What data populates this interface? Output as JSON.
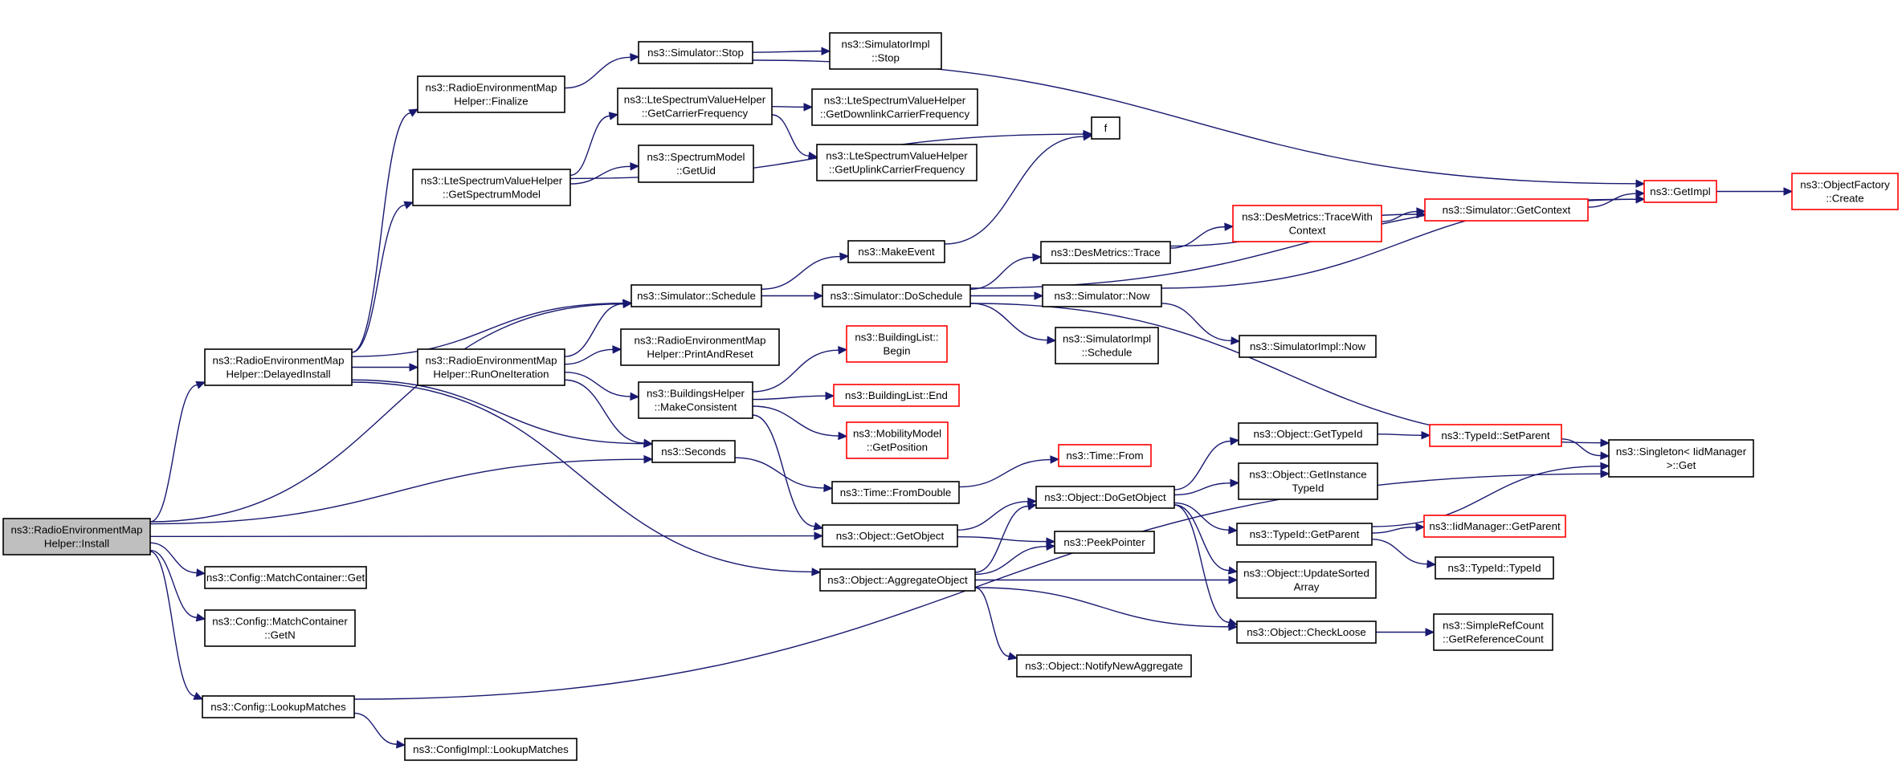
{
  "colors": {
    "edge": "#191970",
    "truncated_border": "#ff0000",
    "root_fill": "#bfbfbf",
    "border": "#000000"
  },
  "nodes": [
    {
      "id": "install",
      "lines": [
        "ns3::RadioEnvironmentMap",
        "Helper::Install"
      ],
      "style": "root"
    },
    {
      "id": "finalize",
      "lines": [
        "ns3::RadioEnvironmentMap",
        "Helper::Finalize"
      ],
      "style": "normal"
    },
    {
      "id": "sim_stop",
      "lines": [
        "ns3::Simulator::Stop"
      ],
      "style": "normal"
    },
    {
      "id": "simimpl_stop",
      "lines": [
        "ns3::SimulatorImpl",
        "::Stop"
      ],
      "style": "normal"
    },
    {
      "id": "lte_getcarrier",
      "lines": [
        "ns3::LteSpectrumValueHelper",
        "::GetCarrierFrequency"
      ],
      "style": "normal"
    },
    {
      "id": "lte_getdl",
      "lines": [
        "ns3::LteSpectrumValueHelper",
        "::GetDownlinkCarrierFrequency"
      ],
      "style": "normal"
    },
    {
      "id": "lte_getul",
      "lines": [
        "ns3::LteSpectrumValueHelper",
        "::GetUplinkCarrierFrequency"
      ],
      "style": "normal"
    },
    {
      "id": "f",
      "lines": [
        "f"
      ],
      "style": "normal"
    },
    {
      "id": "lte_getspectrum",
      "lines": [
        "ns3::LteSpectrumValueHelper",
        "::GetSpectrumModel"
      ],
      "style": "normal"
    },
    {
      "id": "specmodel_getuid",
      "lines": [
        "ns3::SpectrumModel",
        "::GetUid"
      ],
      "style": "normal"
    },
    {
      "id": "getimpl",
      "lines": [
        "ns3::GetImpl"
      ],
      "style": "trunc"
    },
    {
      "id": "objfactory_create",
      "lines": [
        "ns3::ObjectFactory",
        "::Create"
      ],
      "style": "trunc"
    },
    {
      "id": "sim_getcontext",
      "lines": [
        "ns3::Simulator::GetContext"
      ],
      "style": "trunc"
    },
    {
      "id": "desmetrics_trace",
      "lines": [
        "ns3::DesMetrics::Trace"
      ],
      "style": "normal"
    },
    {
      "id": "desmetrics_tracewith",
      "lines": [
        "ns3::DesMetrics::TraceWith",
        "Context"
      ],
      "style": "trunc"
    },
    {
      "id": "makeevent",
      "lines": [
        "ns3::MakeEvent"
      ],
      "style": "normal"
    },
    {
      "id": "sim_schedule",
      "lines": [
        "ns3::Simulator::Schedule"
      ],
      "style": "normal"
    },
    {
      "id": "sim_doschedule",
      "lines": [
        "ns3::Simulator::DoSchedule"
      ],
      "style": "normal"
    },
    {
      "id": "sim_now",
      "lines": [
        "ns3::Simulator::Now"
      ],
      "style": "normal"
    },
    {
      "id": "simimpl_now",
      "lines": [
        "ns3::SimulatorImpl::Now"
      ],
      "style": "normal"
    },
    {
      "id": "simimpl_schedule",
      "lines": [
        "ns3::SimulatorImpl",
        "::Schedule"
      ],
      "style": "normal"
    },
    {
      "id": "delayedinstall",
      "lines": [
        "ns3::RadioEnvironmentMap",
        "Helper::DelayedInstall"
      ],
      "style": "normal"
    },
    {
      "id": "runoneiteration",
      "lines": [
        "ns3::RadioEnvironmentMap",
        "Helper::RunOneIteration"
      ],
      "style": "normal"
    },
    {
      "id": "printandreset",
      "lines": [
        "ns3::RadioEnvironmentMap",
        "Helper::PrintAndReset"
      ],
      "style": "normal"
    },
    {
      "id": "buildinglist_begin",
      "lines": [
        "ns3::BuildingList::",
        "Begin"
      ],
      "style": "trunc"
    },
    {
      "id": "buildingshelper_make",
      "lines": [
        "ns3::BuildingsHelper",
        "::MakeConsistent"
      ],
      "style": "normal"
    },
    {
      "id": "buildinglist_end",
      "lines": [
        "ns3::BuildingList::End"
      ],
      "style": "trunc"
    },
    {
      "id": "mobility_getpos",
      "lines": [
        "ns3::MobilityModel",
        "::GetPosition"
      ],
      "style": "trunc"
    },
    {
      "id": "seconds",
      "lines": [
        "ns3::Seconds"
      ],
      "style": "normal"
    },
    {
      "id": "time_from",
      "lines": [
        "ns3::Time::From"
      ],
      "style": "trunc"
    },
    {
      "id": "time_fromdouble",
      "lines": [
        "ns3::Time::FromDouble"
      ],
      "style": "normal"
    },
    {
      "id": "obj_gettypeid",
      "lines": [
        "ns3::Object::GetTypeId"
      ],
      "style": "normal"
    },
    {
      "id": "typeid_setparent",
      "lines": [
        "ns3::TypeId::SetParent"
      ],
      "style": "trunc"
    },
    {
      "id": "singleton_get",
      "lines": [
        "ns3::Singleton< IidManager",
        ">::Get"
      ],
      "style": "normal"
    },
    {
      "id": "obj_getinstancetypeid",
      "lines": [
        "ns3::Object::GetInstance",
        "TypeId"
      ],
      "style": "normal"
    },
    {
      "id": "obj_dogetobject",
      "lines": [
        "ns3::Object::DoGetObject"
      ],
      "style": "normal"
    },
    {
      "id": "obj_getobject",
      "lines": [
        "ns3::Object::GetObject"
      ],
      "style": "normal"
    },
    {
      "id": "typeid_getparent",
      "lines": [
        "ns3::TypeId::GetParent"
      ],
      "style": "normal"
    },
    {
      "id": "iidmanager_getparent",
      "lines": [
        "ns3::IidManager::GetParent"
      ],
      "style": "trunc"
    },
    {
      "id": "peekpointer",
      "lines": [
        "ns3::PeekPointer"
      ],
      "style": "normal"
    },
    {
      "id": "typeid_typeid",
      "lines": [
        "ns3::TypeId::TypeId"
      ],
      "style": "normal"
    },
    {
      "id": "obj_aggregate",
      "lines": [
        "ns3::Object::AggregateObject"
      ],
      "style": "normal"
    },
    {
      "id": "obj_updatesorted",
      "lines": [
        "ns3::Object::UpdateSorted",
        "Array"
      ],
      "style": "normal"
    },
    {
      "id": "obj_checkloose",
      "lines": [
        "ns3::Object::CheckLoose"
      ],
      "style": "normal"
    },
    {
      "id": "simplerefcount",
      "lines": [
        "ns3::SimpleRefCount",
        "::GetReferenceCount"
      ],
      "style": "normal"
    },
    {
      "id": "obj_notifynewagg",
      "lines": [
        "ns3::Object::NotifyNewAggregate"
      ],
      "style": "normal"
    },
    {
      "id": "cfg_mc_get",
      "lines": [
        "ns3::Config::MatchContainer::Get"
      ],
      "style": "normal"
    },
    {
      "id": "cfg_mc_getn",
      "lines": [
        "ns3::Config::MatchContainer",
        "::GetN"
      ],
      "style": "normal"
    },
    {
      "id": "cfg_lookupmatches",
      "lines": [
        "ns3::Config::LookupMatches"
      ],
      "style": "normal"
    },
    {
      "id": "cfgimpl_lookupmatches",
      "lines": [
        "ns3::ConfigImpl::LookupMatches"
      ],
      "style": "normal"
    }
  ],
  "edges": [
    [
      "install",
      "delayedinstall"
    ],
    [
      "install",
      "sim_schedule"
    ],
    [
      "install",
      "seconds"
    ],
    [
      "install",
      "obj_getobject"
    ],
    [
      "install",
      "cfg_mc_get"
    ],
    [
      "install",
      "cfg_mc_getn"
    ],
    [
      "install",
      "cfg_lookupmatches"
    ],
    [
      "finalize",
      "sim_stop"
    ],
    [
      "sim_stop",
      "simimpl_stop"
    ],
    [
      "sim_stop",
      "getimpl"
    ],
    [
      "lte_getcarrier",
      "lte_getdl"
    ],
    [
      "lte_getcarrier",
      "lte_getul"
    ],
    [
      "lte_getspectrum",
      "lte_getcarrier"
    ],
    [
      "lte_getspectrum",
      "specmodel_getuid"
    ],
    [
      "lte_getspectrum",
      "f"
    ],
    [
      "getimpl",
      "objfactory_create"
    ],
    [
      "sim_getcontext",
      "getimpl"
    ],
    [
      "desmetrics_trace",
      "sim_getcontext"
    ],
    [
      "desmetrics_trace",
      "desmetrics_tracewith"
    ],
    [
      "desmetrics_tracewith",
      "sim_getcontext"
    ],
    [
      "makeevent",
      "f"
    ],
    [
      "sim_schedule",
      "makeevent"
    ],
    [
      "sim_schedule",
      "sim_doschedule"
    ],
    [
      "sim_doschedule",
      "getimpl"
    ],
    [
      "sim_doschedule",
      "desmetrics_trace"
    ],
    [
      "sim_doschedule",
      "sim_now"
    ],
    [
      "sim_doschedule",
      "simimpl_schedule"
    ],
    [
      "sim_doschedule",
      "singleton_get"
    ],
    [
      "sim_now",
      "getimpl"
    ],
    [
      "sim_now",
      "simimpl_now"
    ],
    [
      "delayedinstall",
      "finalize"
    ],
    [
      "delayedinstall",
      "lte_getspectrum"
    ],
    [
      "delayedinstall",
      "sim_schedule"
    ],
    [
      "delayedinstall",
      "runoneiteration"
    ],
    [
      "delayedinstall",
      "seconds"
    ],
    [
      "delayedinstall",
      "obj_aggregate"
    ],
    [
      "runoneiteration",
      "sim_schedule"
    ],
    [
      "runoneiteration",
      "printandreset"
    ],
    [
      "runoneiteration",
      "buildingshelper_make"
    ],
    [
      "runoneiteration",
      "seconds"
    ],
    [
      "buildingshelper_make",
      "buildinglist_begin"
    ],
    [
      "buildingshelper_make",
      "buildinglist_end"
    ],
    [
      "buildingshelper_make",
      "mobility_getpos"
    ],
    [
      "buildingshelper_make",
      "obj_getobject"
    ],
    [
      "seconds",
      "time_fromdouble"
    ],
    [
      "time_fromdouble",
      "time_from"
    ],
    [
      "obj_gettypeid",
      "typeid_setparent"
    ],
    [
      "typeid_setparent",
      "singleton_get"
    ],
    [
      "obj_dogetobject",
      "obj_gettypeid"
    ],
    [
      "obj_dogetobject",
      "obj_getinstancetypeid"
    ],
    [
      "obj_dogetobject",
      "typeid_getparent"
    ],
    [
      "obj_dogetobject",
      "obj_updatesorted"
    ],
    [
      "obj_dogetobject",
      "obj_checkloose"
    ],
    [
      "obj_getobject",
      "obj_dogetobject"
    ],
    [
      "obj_getobject",
      "peekpointer"
    ],
    [
      "typeid_getparent",
      "singleton_get"
    ],
    [
      "typeid_getparent",
      "iidmanager_getparent"
    ],
    [
      "typeid_getparent",
      "typeid_typeid"
    ],
    [
      "obj_aggregate",
      "obj_dogetobject"
    ],
    [
      "obj_aggregate",
      "peekpointer"
    ],
    [
      "obj_aggregate",
      "obj_updatesorted"
    ],
    [
      "obj_aggregate",
      "obj_checkloose"
    ],
    [
      "obj_aggregate",
      "obj_notifynewagg"
    ],
    [
      "obj_checkloose",
      "simplerefcount"
    ],
    [
      "cfg_lookupmatches",
      "singleton_get"
    ],
    [
      "cfg_lookupmatches",
      "cfgimpl_lookupmatches"
    ]
  ]
}
